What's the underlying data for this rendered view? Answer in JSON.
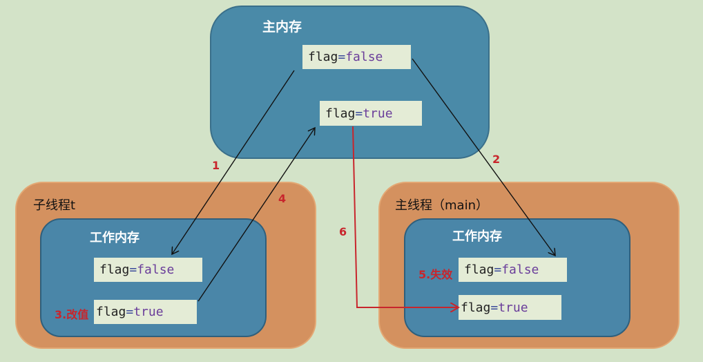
{
  "main_memory": {
    "title": "主内存",
    "var1": {
      "name": "flag",
      "eq": "=",
      "value": "false"
    },
    "var2": {
      "name": "flag",
      "eq": "=",
      "value": "true"
    }
  },
  "child_thread": {
    "title": "子线程t",
    "work_title": "工作内存",
    "var1": {
      "name": "flag",
      "eq": "=",
      "value": "false"
    },
    "var2": {
      "name": "flag",
      "eq": "=",
      "value": "true"
    },
    "note": "3.改值"
  },
  "main_thread": {
    "title": "主线程（main）",
    "work_title": "工作内存",
    "var1": {
      "name": "flag",
      "eq": "=",
      "value": "false"
    },
    "var2": {
      "name": "flag",
      "eq": "=",
      "value": "true"
    },
    "note": "5.失效"
  },
  "steps": {
    "s1": "1",
    "s2": "2",
    "s4": "4",
    "s6": "6"
  },
  "colors": {
    "background": "#d3e3c8",
    "memory_box": "#4a8aa8",
    "thread_box": "#d4915f",
    "highlight_red": "#c8252c"
  }
}
